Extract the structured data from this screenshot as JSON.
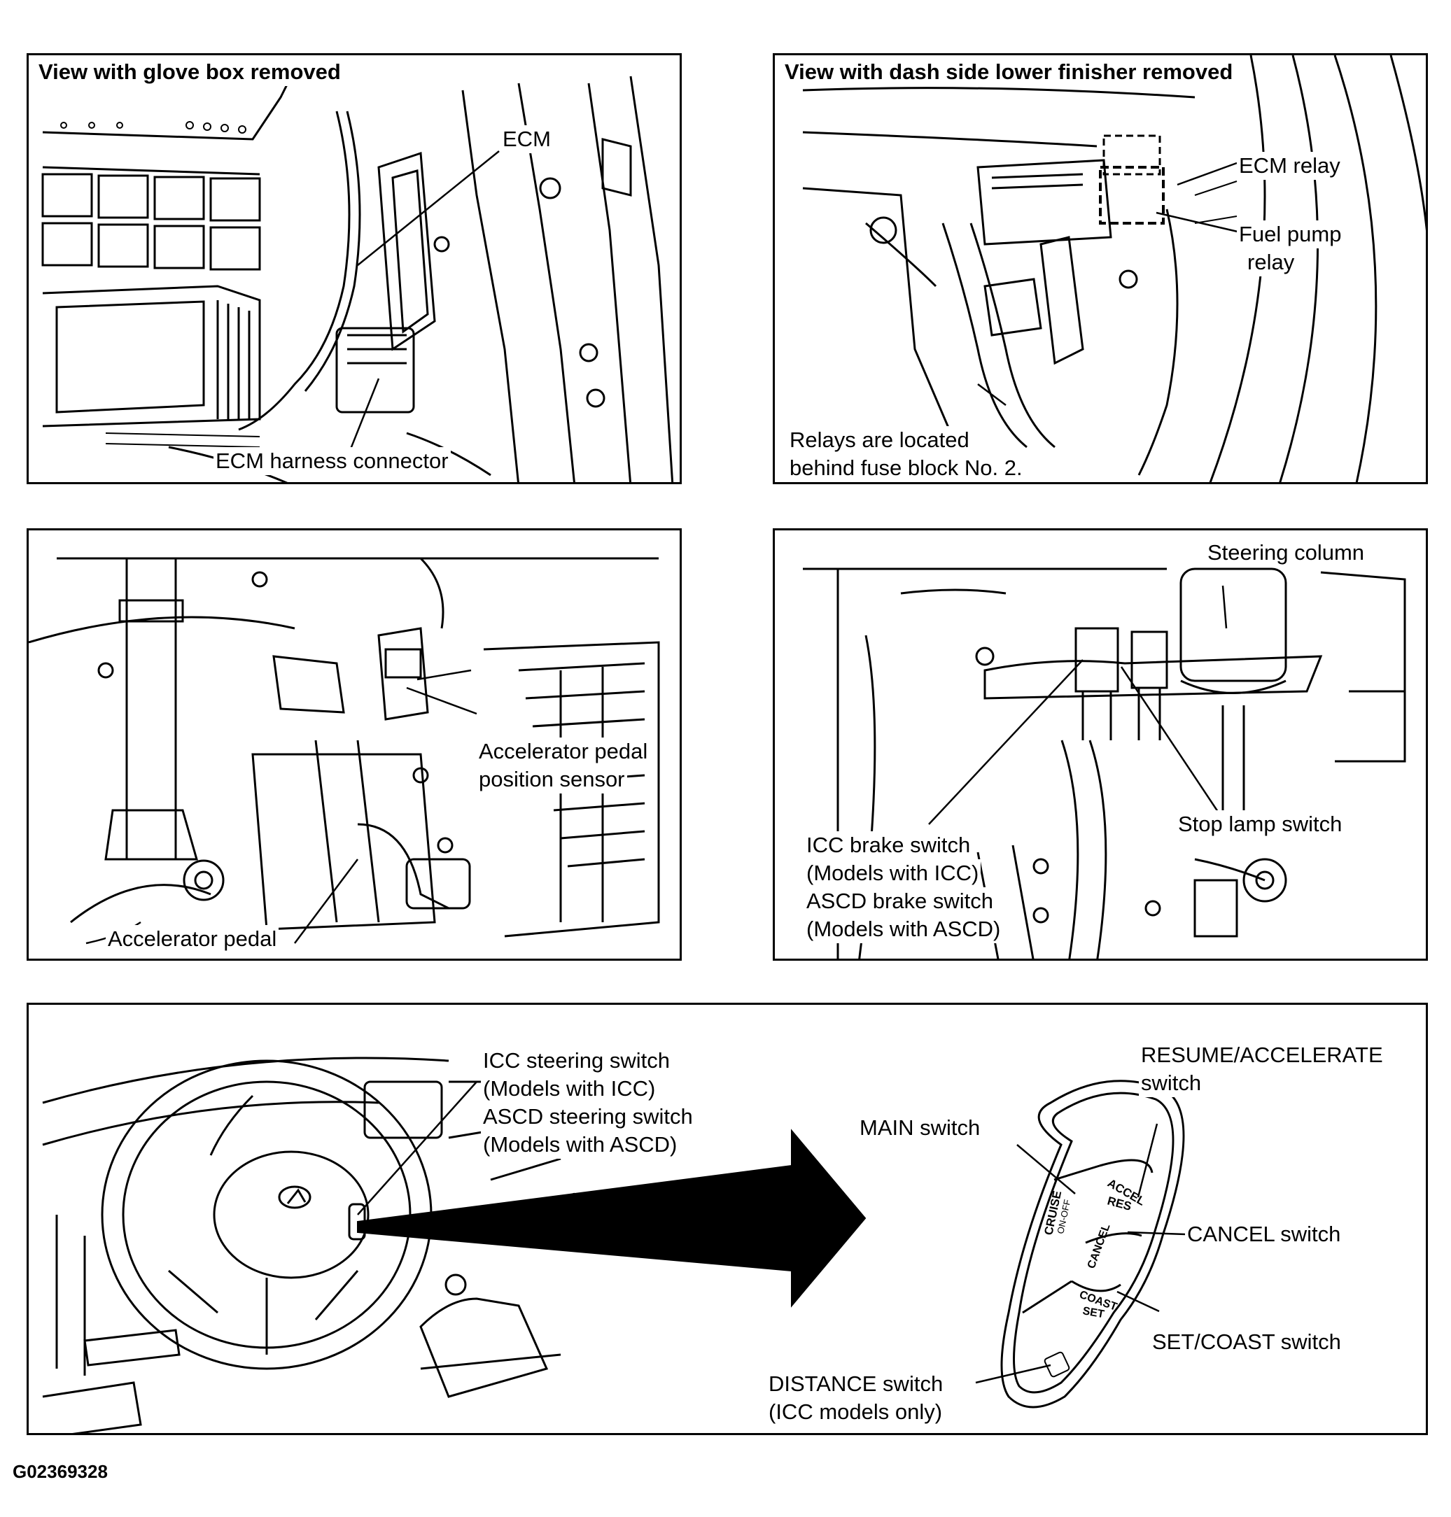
{
  "panels": {
    "glove_box": {
      "title": "View with glove box removed",
      "labels": {
        "ecm": "ECM",
        "ecm_harness_connector": "ECM harness connector"
      }
    },
    "dash_side": {
      "title": "View with dash side lower finisher removed",
      "labels": {
        "ecm_relay": "ECM relay",
        "fuel_pump_relay_1": "Fuel pump",
        "fuel_pump_relay_2": "relay",
        "note_1": "Relays are located",
        "note_2": "behind fuse block No. 2."
      }
    },
    "pedal": {
      "labels": {
        "apps_1": "Accelerator pedal",
        "apps_2": "position sensor",
        "accelerator_pedal": "Accelerator pedal"
      }
    },
    "column": {
      "labels": {
        "steering_column": "Steering column",
        "stop_lamp_switch": "Stop lamp switch",
        "brake_1": "ICC brake switch",
        "brake_2": "(Models with ICC)",
        "brake_3": "ASCD brake switch",
        "brake_4": "(Models with ASCD)"
      }
    },
    "steering": {
      "labels": {
        "sw_1": "ICC steering switch",
        "sw_2": "(Models with ICC)",
        "sw_3": "ASCD steering switch",
        "sw_4": "(Models with ASCD)",
        "resume_1": "RESUME/ACCELERATE",
        "resume_2": "switch",
        "main_switch": "MAIN switch",
        "cancel_switch": "CANCEL switch",
        "set_coast_switch": "SET/COAST switch",
        "distance_1": "DISTANCE switch",
        "distance_2": "(ICC models only)"
      },
      "button_text": {
        "cruise": "CRUISE",
        "on_off": "ON-OFF",
        "accel": "ACCEL",
        "res": "RES",
        "cancel": "CANCEL",
        "coast": "COAST",
        "set": "SET"
      }
    }
  },
  "figure_code": "G02369328"
}
